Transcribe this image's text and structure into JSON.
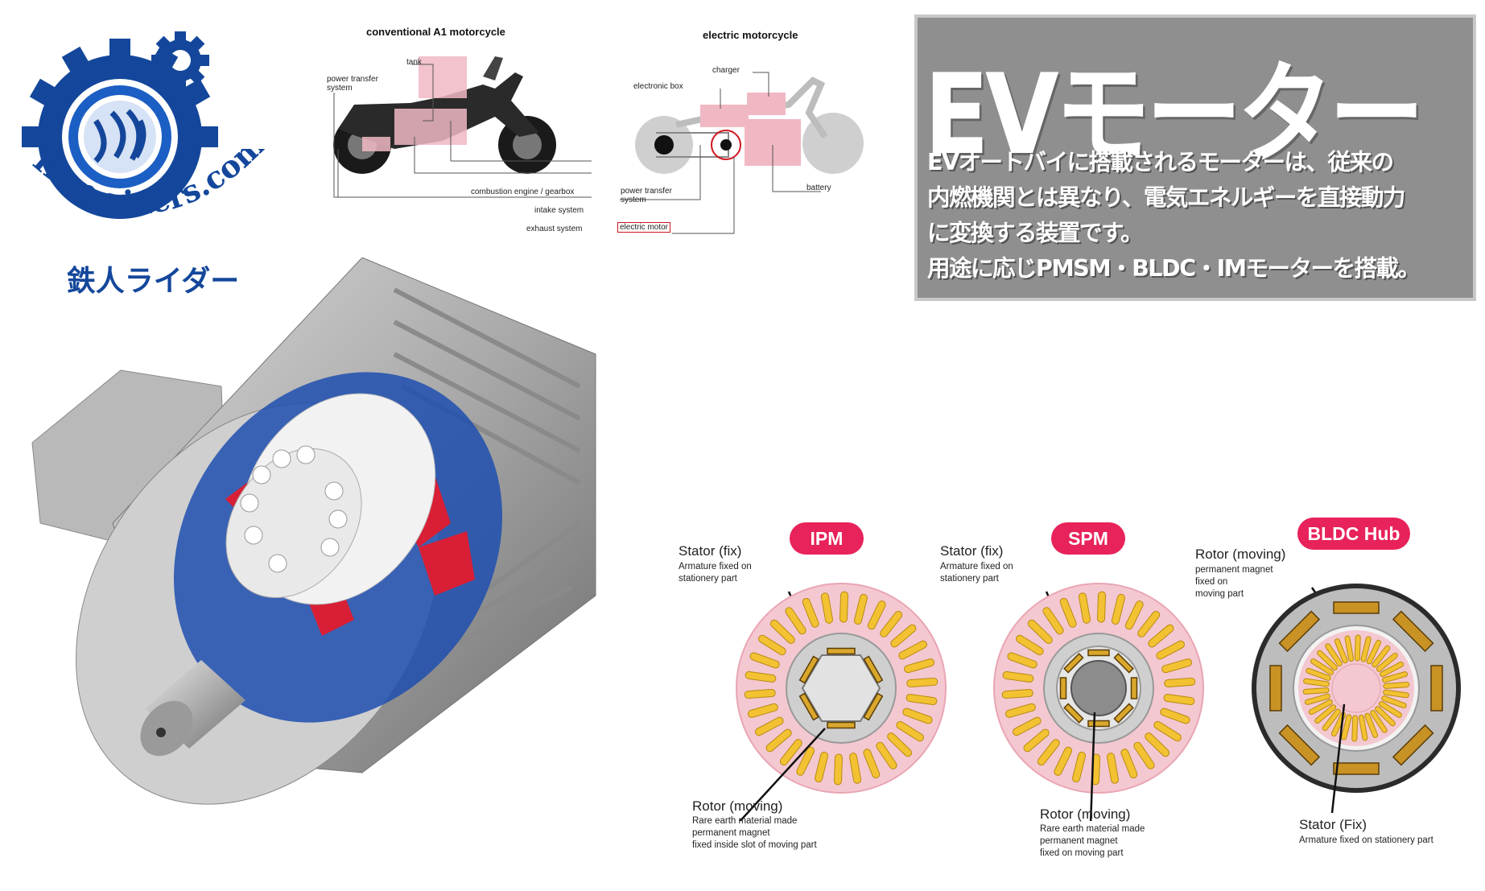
{
  "logo": {
    "site_name": "Iron-riders.com",
    "jp_name": "鉄人ライダー"
  },
  "moto_diagrams": {
    "conventional": {
      "title": "conventional A1 motorcycle",
      "labels": {
        "power_transfer": [
          "power transfer",
          "system"
        ],
        "tank": "tank",
        "combustion": "combustion engine / gearbox",
        "intake": "intake system",
        "exhaust": "exhaust system"
      }
    },
    "electric": {
      "title": "electric motorcycle",
      "labels": {
        "charger": "charger",
        "electronic_box": "electronic box",
        "power_transfer": [
          "power transfer",
          "system"
        ],
        "battery": "battery",
        "electric_motor": "electric motor"
      }
    }
  },
  "info": {
    "title": "EVモーター",
    "lines": [
      "EVオートバイに搭載されるモーターは、従来の",
      "内燃機関とは異なり、電気エネルギーを直接動力",
      "に変換する装置です。",
      "用途に応じPMSM・BLDC・IMモーターを搭載。"
    ]
  },
  "motor_types": [
    {
      "name": "IPM",
      "stator_head": "Stator (fix)",
      "stator_sub": [
        "Armature fixed on",
        "stationery part"
      ],
      "rotor_head": "Rotor (moving)",
      "rotor_sub": [
        "Rare earth material made",
        "permanent magnet",
        "fixed inside slot of moving part"
      ]
    },
    {
      "name": "SPM",
      "stator_head": "Stator (fix)",
      "stator_sub": [
        "Armature fixed on",
        "stationery part"
      ],
      "rotor_head": "Rotor (moving)",
      "rotor_sub": [
        "Rare earth material made",
        "permanent magnet",
        "fixed on moving  part"
      ]
    },
    {
      "name": "BLDC Hub",
      "rotor_head": "Rotor (moving)",
      "rotor_sub": [
        "permanent magnet",
        "fixed on",
        "moving part"
      ],
      "stator_head": "Stator (Fix)",
      "stator_sub": [
        "Armature fixed on stationery part"
      ]
    }
  ],
  "colors": {
    "logo_blue": "#14479b",
    "pill": "#e8225a",
    "stator_pink": "#f4c8d0",
    "coil_yellow": "#f3c233",
    "info_bg": "#8f8f8f"
  }
}
